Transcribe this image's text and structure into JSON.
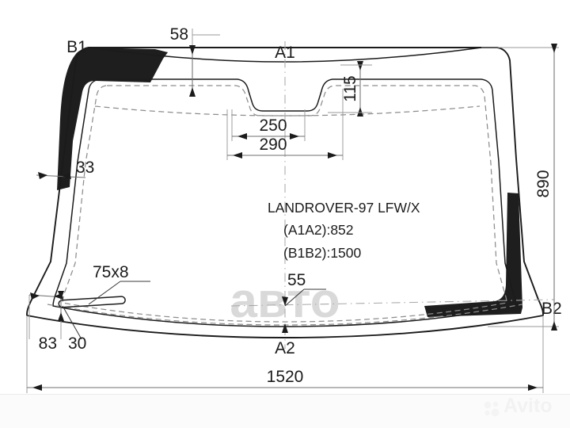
{
  "drawing": {
    "title": "LANDROVER-97 LFW/X",
    "specs": [
      "(A1A2):852",
      "(B1B2):1500"
    ],
    "reference_points": {
      "top_left": "B1",
      "top_center": "A1",
      "bottom_center": "A2",
      "bottom_right": "B2"
    },
    "dimensions": {
      "top_offset": "58",
      "step_height": "115",
      "inner_notch_width": "250",
      "outer_notch_width": "290",
      "left_edge_band": "33",
      "slot_size": "75x8",
      "slot_offset_left": "83",
      "slot_offset_inner": "30",
      "bottom_center_mark": "55",
      "overall_height": "890",
      "overall_width": "1520"
    }
  },
  "watermarks": {
    "body_text": "авто",
    "footer_brand": "Avito"
  },
  "colors": {
    "ink": "#1b1b1b",
    "band": "#1e1e1e",
    "dimension": "#6f6f6f",
    "hidden_line": "#8d8d8d",
    "watermark": "#d9d9d9"
  }
}
